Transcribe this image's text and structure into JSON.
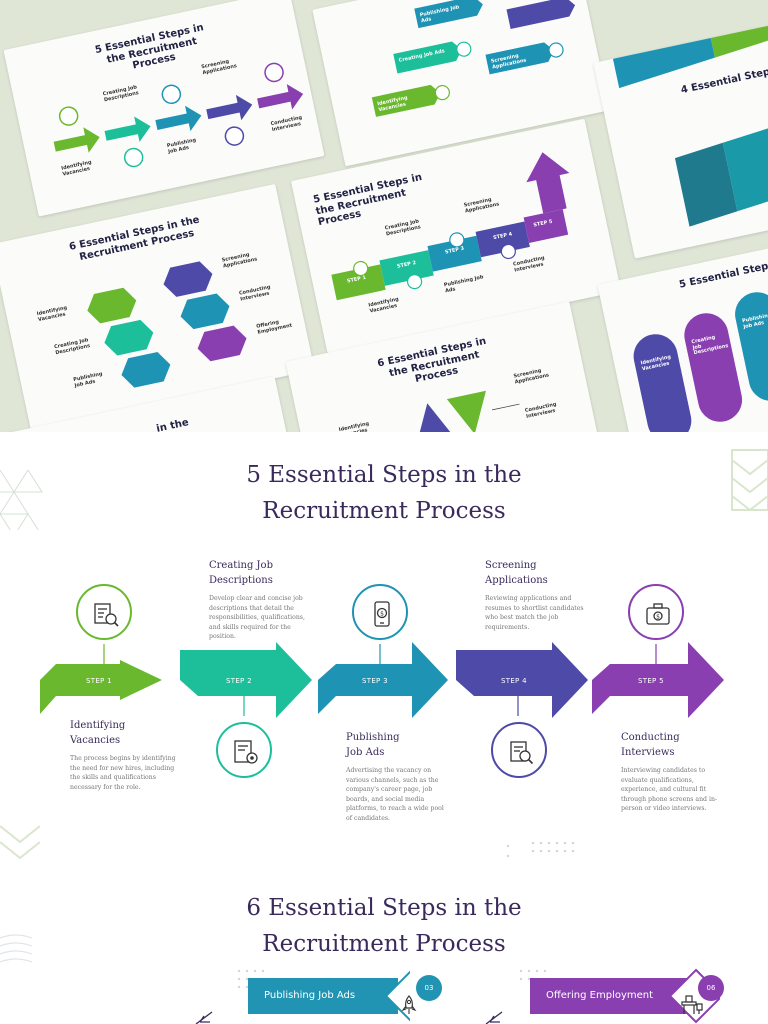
{
  "hero": {
    "card1_title": "5 Essential Steps in the Recruitment Process",
    "card1_labels": [
      "Identifying Vacancies",
      "Creating Job Descriptions",
      "Publishing Job Ads",
      "Screening Applications",
      "Conducting Interviews"
    ],
    "card2_title": "6 Essential Steps in the Recruitment Process",
    "card2_labels": [
      "Identifying Vacancies",
      "Creating Job Descriptions",
      "Publishing Job Ads",
      "Screening Applications",
      "Conducting Interviews",
      "Offering Employment"
    ],
    "card3_title": "5 Essential Steps in the Recruitment Process",
    "card3_labels": [
      "Identifying Vacancies",
      "Creating Job Descriptions",
      "Publishing Job Ads",
      "Screening Applications",
      "Conducting Interviews"
    ],
    "card4_title": "6 Essential Steps in the Recruitment Process",
    "card4_labels": [
      "Identifying Vacancies",
      "Screening Applications",
      "Conducting Interviews"
    ],
    "card5_title": "4 Essential Steps",
    "card6_title": "5 Essential Steps",
    "card6_labels": [
      "Identifying Vacancies",
      "Creating Job Descriptions",
      "Publishing Job Ads"
    ],
    "card7_labels": [
      "Identifying Vacancies",
      "Creating Job Ads",
      "Publishing Job Ads",
      "Screening Applications"
    ],
    "step_tags": [
      "STEP 1",
      "STEP 2",
      "STEP 3",
      "STEP 4",
      "STEP 5"
    ],
    "card8_title_fragment": "in the"
  },
  "section1": {
    "title": "5 Essential Steps in the Recruitment Process",
    "steps": [
      {
        "label": "STEP 1",
        "title": "Identifying Vacancies",
        "desc": "The process begins by identifying the need for new hires, including the skills and qualifications necessary for the role.",
        "color": "#6ab82e",
        "icon": "job-document-search-icon"
      },
      {
        "label": "STEP 2",
        "title": "Creating Job Descriptions",
        "desc": "Develop clear and concise job descriptions that detail the responsibilities, qualifications, and skills required for the position.",
        "color": "#1dbf9a",
        "icon": "document-gear-icon"
      },
      {
        "label": "STEP 3",
        "title": "Publishing Job Ads",
        "desc": "Advertising the vacancy on various channels, such as the company's career page, job boards, and social media platforms, to reach a wide pool of candidates.",
        "color": "#1e93b4",
        "icon": "mobile-dollar-icon"
      },
      {
        "label": "STEP 4",
        "title": "Screening Applications",
        "desc": "Reviewing applications and resumes to shortlist candidates who best match the job requirements.",
        "color": "#4d4aa8",
        "icon": "document-magnifier-icon"
      },
      {
        "label": "STEP 5",
        "title": "Conducting Interviews",
        "desc": "Interviewing candidates to evaluate qualifications, experience, and cultural fit through phone screens and in-person or video interviews.",
        "color": "#8a3fb0",
        "icon": "briefcase-dollar-icon"
      }
    ]
  },
  "section2": {
    "title": "6 Essential Steps in the Recruitment Process",
    "banners": [
      {
        "label": "Publishing Job Ads",
        "number": "03",
        "color": "#2193b3",
        "icon": "rocket-icon"
      },
      {
        "label": "Offering Employment",
        "number": "06",
        "color": "#8a3fb0",
        "icon": "desk-chair-icon"
      }
    ]
  }
}
